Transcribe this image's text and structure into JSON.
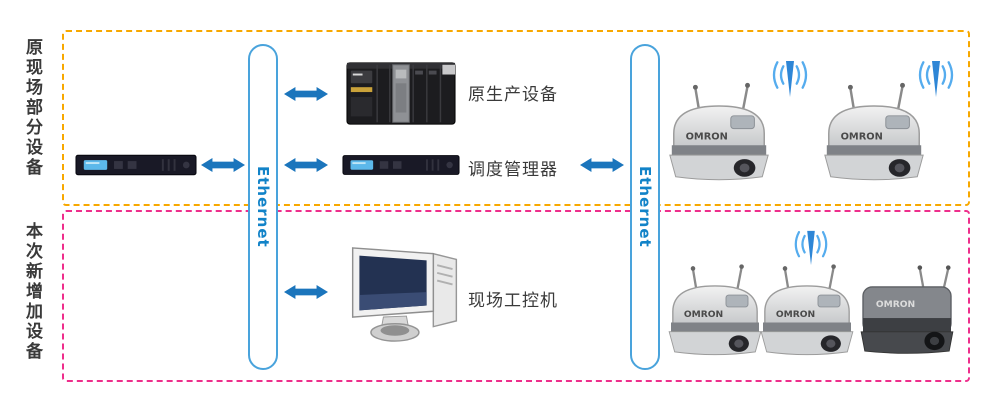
{
  "sections": {
    "original": {
      "label": "原现场部分设备",
      "border_color": "#F7A800"
    },
    "new": {
      "label": "本次新增加设备",
      "border_color": "#EE2E8C"
    }
  },
  "network": {
    "ethernet_left": {
      "label": "Ethernet"
    },
    "ethernet_right": {
      "label": "Ethernet"
    }
  },
  "devices": {
    "production": {
      "label": "原生产设备"
    },
    "scheduler": {
      "label": "调度管理器"
    },
    "ipc": {
      "label": "现场工控机"
    }
  },
  "robots": {
    "brand": "OMRON",
    "count_top": 2,
    "count_bottom": 3
  },
  "icons": {
    "wifi_signal": "wifi-signal-icon",
    "bidirectional_arrow": "bidirectional-arrow-icon"
  },
  "colors": {
    "arrow_blue": "#1B75BC",
    "ethernet_border": "#49A3DC",
    "ethernet_text": "#1283C8",
    "zone_original_border": "#F7A800",
    "zone_new_border": "#EE2E8C",
    "label_text": "#3A3A3A"
  }
}
